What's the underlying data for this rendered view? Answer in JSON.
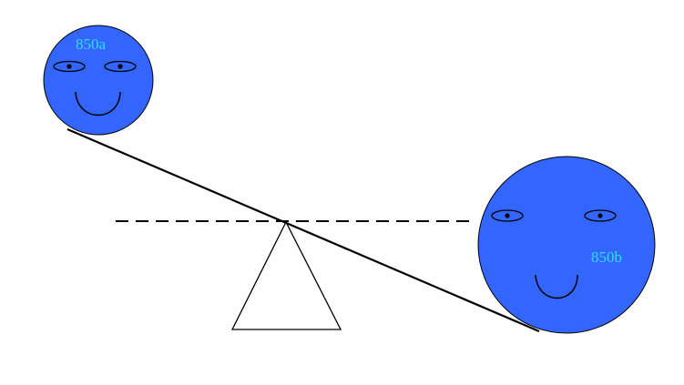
{
  "diagram": {
    "faces": [
      {
        "id": "left-face",
        "label": "850a"
      },
      {
        "id": "right-face",
        "label": "850b"
      }
    ],
    "colors": {
      "face_fill": "#3366ff",
      "label": "#33ddff",
      "outline": "#000000",
      "background": "#ffffff"
    }
  }
}
